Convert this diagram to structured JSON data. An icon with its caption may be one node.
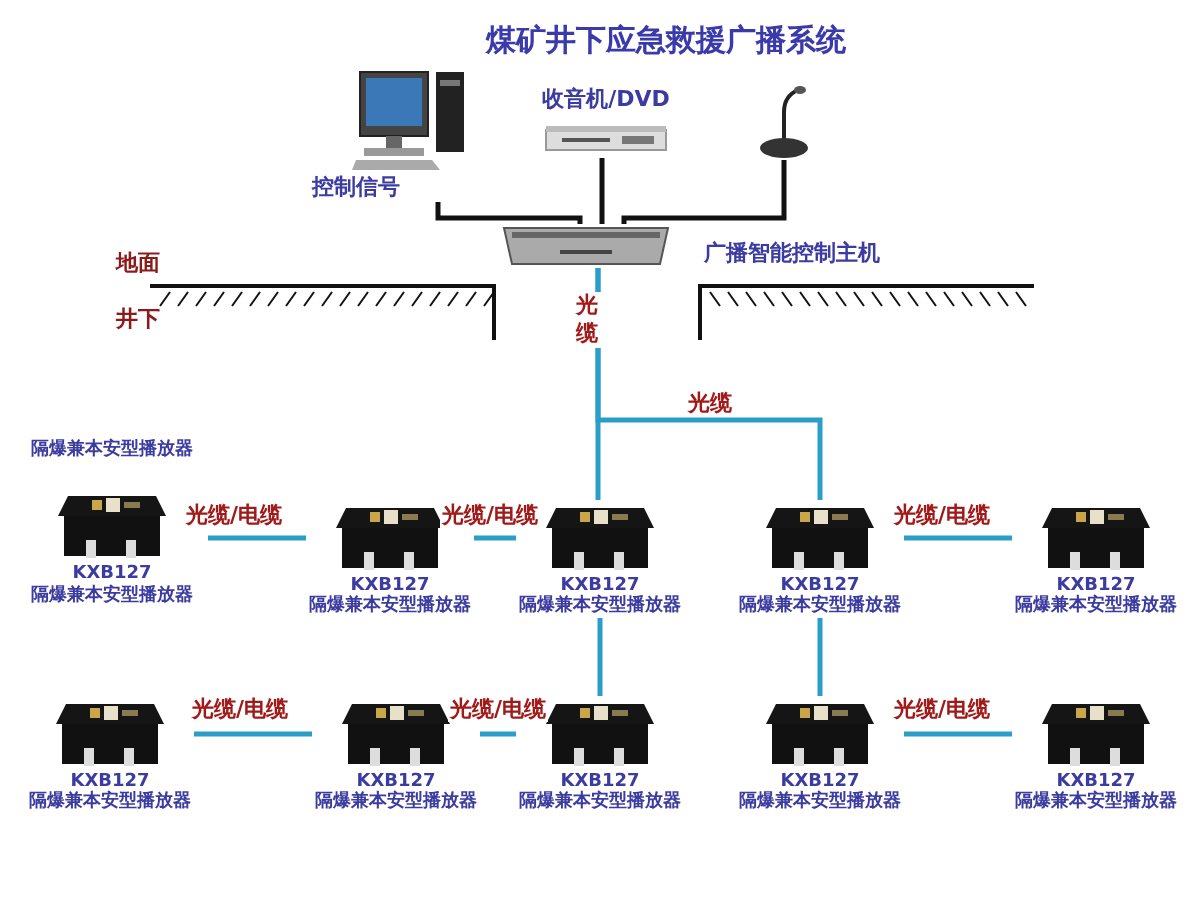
{
  "diagram": {
    "title": "煤矿井下应急救援广播系统",
    "nodes": [
      {
        "text": [],
        "shape": "picture",
        "beside": [
          "控制信号"
        ]
      },
      {
        "text": [],
        "shape": "picture",
        "beside": [
          "收音机/DVD"
        ]
      },
      {
        "text": [],
        "shape": "picture"
      },
      {
        "text": [],
        "shape": "picture",
        "beside": [
          "广播智能控制主机"
        ]
      },
      {
        "text": [],
        "shape": "picture",
        "beside": [
          "隔爆兼本安型播放器",
          "KXB127",
          "隔爆兼本安型播放器"
        ]
      },
      {
        "text": [],
        "shape": "picture",
        "beside": [
          "KXB127",
          "隔爆兼本安型播放器"
        ]
      },
      {
        "text": [],
        "shape": "picture",
        "beside": [
          "KXB127",
          "隔爆兼本安型播放器"
        ]
      },
      {
        "text": [],
        "shape": "picture",
        "beside": [
          "KXB127",
          "隔爆兼本安型播放器"
        ]
      },
      {
        "text": [],
        "shape": "picture",
        "beside": [
          "KXB127",
          "隔爆兼本安型播放器"
        ]
      },
      {
        "text": [],
        "shape": "picture",
        "beside": [
          "KXB127",
          "隔爆兼本安型播放器"
        ]
      },
      {
        "text": [],
        "shape": "picture",
        "beside": [
          "KXB127",
          "隔爆兼本安型播放器"
        ]
      },
      {
        "text": [],
        "shape": "picture",
        "beside": [
          "KXB127",
          "隔爆兼本安型播放器"
        ]
      },
      {
        "text": [],
        "shape": "picture",
        "beside": [
          "KXB127",
          "隔爆兼本安型播放器"
        ]
      },
      {
        "text": [],
        "shape": "picture",
        "beside": [
          "KXB127",
          "隔爆兼本安型播放器"
        ]
      }
    ],
    "edges": [
      {
        "from": 0,
        "to": 3,
        "arrow": "none",
        "color": "#111111"
      },
      {
        "from": 1,
        "to": 3,
        "arrow": "none",
        "color": "#111111"
      },
      {
        "from": 2,
        "to": 3,
        "arrow": "none",
        "color": "#111111"
      },
      {
        "from": 3,
        "to": 6,
        "arrow": "none",
        "label": "光缆"
      },
      {
        "from": 3,
        "to": 7,
        "arrow": "none",
        "label": "光缆"
      },
      {
        "from": 4,
        "to": 5,
        "arrow": "none",
        "label": "光缆/电缆"
      },
      {
        "from": 5,
        "to": 6,
        "arrow": "none",
        "label": "光缆/电缆"
      },
      {
        "from": 7,
        "to": 8,
        "arrow": "none",
        "label": "光缆/电缆"
      },
      {
        "from": 6,
        "to": 11,
        "arrow": "none"
      },
      {
        "from": 7,
        "to": 12,
        "arrow": "none"
      },
      {
        "from": 9,
        "to": 10,
        "arrow": "none",
        "label": "光缆/电缆"
      },
      {
        "from": 10,
        "to": 11,
        "arrow": "none",
        "label": "光缆/电缆"
      },
      {
        "from": 12,
        "to": 13,
        "arrow": "none",
        "label": "光缆/电缆"
      }
    ],
    "labels": [
      "地面",
      "井下"
    ]
  }
}
